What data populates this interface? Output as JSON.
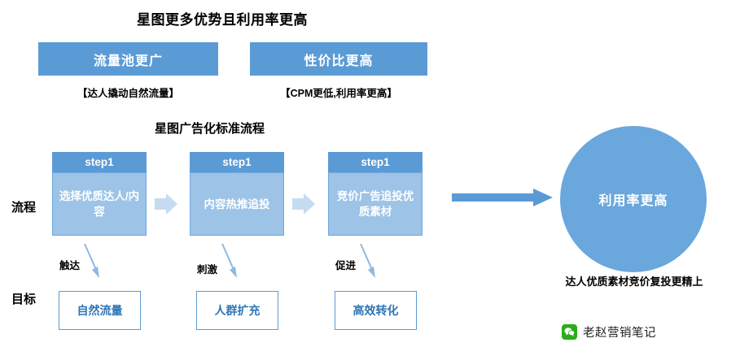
{
  "title": "星图更多优势且利用率更高",
  "advantages": [
    {
      "label": "流量池更广",
      "caption": "【达人撬动自然流量】"
    },
    {
      "label": "性价比更高",
      "caption": "【CPM更低,利用率更高】"
    }
  ],
  "flow": {
    "title": "星图广告化标准流程",
    "row_labels": {
      "process": "流程",
      "goal": "目标"
    },
    "steps": [
      {
        "header": "step1",
        "body": "选择优质达人/内容",
        "connector": "触达",
        "goal": "自然流量"
      },
      {
        "header": "step1",
        "body": "内容热推追投",
        "connector": "刺激",
        "goal": "人群扩充"
      },
      {
        "header": "step1",
        "body": "竞价广告追投优质素材",
        "connector": "促进",
        "goal": "高效转化"
      }
    ]
  },
  "result": {
    "circle_label": "利用率更高",
    "caption": "达人优质素材竞价复投更精上"
  },
  "watermark": {
    "icon": "wechat-icon",
    "text": "老赵营销笔记"
  },
  "colors": {
    "primary": "#5b9bd5",
    "secondary": "#9dc3e6",
    "circle": "#6aa7dc",
    "goal_text": "#2e75b6",
    "wechat_green": "#2aad19"
  }
}
